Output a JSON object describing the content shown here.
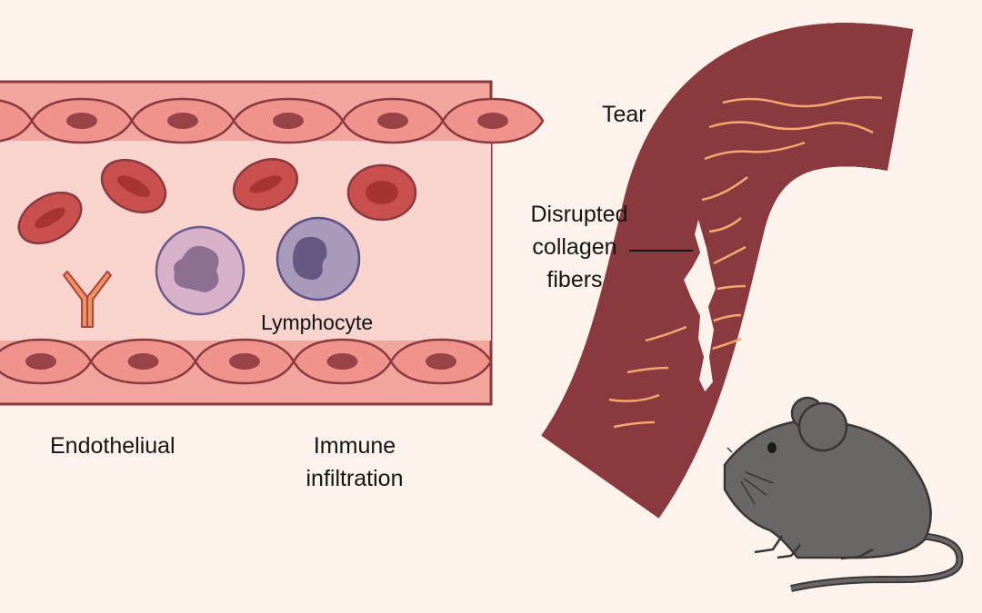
{
  "labels": {
    "endothelial": "Endotheliual",
    "immune_line1": "Immune",
    "immune_line2": "infiltration",
    "lymphocyte": "Lymphocyte",
    "tear": "Tear",
    "disrupted_line1": "Disrupted",
    "disrupted_line2": "collagen",
    "disrupted_line3": "fibers"
  },
  "colors": {
    "background": "#fdf3ec",
    "vessel_wall": "#f2a59c",
    "lumen": "#f9d4cf",
    "rbc": "#c9504e",
    "outline": "#8a3a3e",
    "collagen": "#f4a86e",
    "mouse": "#6b6666"
  }
}
